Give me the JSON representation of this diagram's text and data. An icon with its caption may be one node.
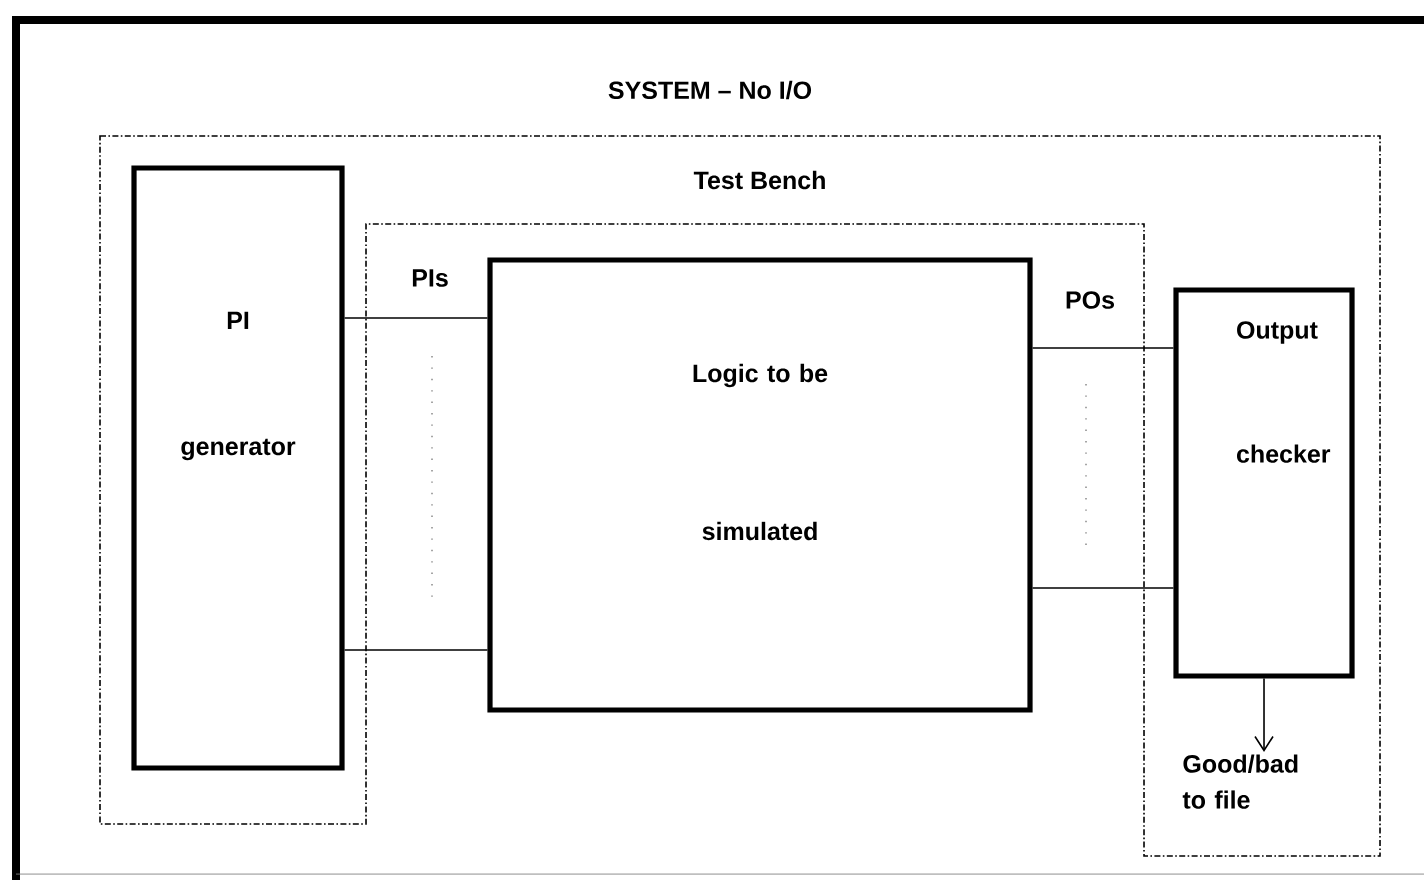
{
  "diagram": {
    "nodes": [
      {
        "text": [
          "SYSTEM – No I/O"
        ]
      },
      {
        "text": [
          "Test Bench"
        ],
        "in": 0
      },
      {
        "text": [
          "PI generator"
        ],
        "in": 1
      },
      {
        "text": [
          "Logic to be simulated"
        ],
        "in": 0
      },
      {
        "text": [
          "Output checker"
        ],
        "in": 1
      },
      {
        "text": [
          "Good/bad to file"
        ],
        "in": 1
      }
    ],
    "edges": [
      {
        "from": 2,
        "to": 3,
        "arrow": "none",
        "label": "PIs"
      },
      {
        "from": 2,
        "to": 3,
        "arrow": "none"
      },
      {
        "from": 3,
        "to": 4,
        "arrow": "none",
        "label": "POs"
      },
      {
        "from": 3,
        "to": 4,
        "arrow": "none"
      },
      {
        "from": 4,
        "to": 5,
        "arrow": "to"
      }
    ]
  }
}
